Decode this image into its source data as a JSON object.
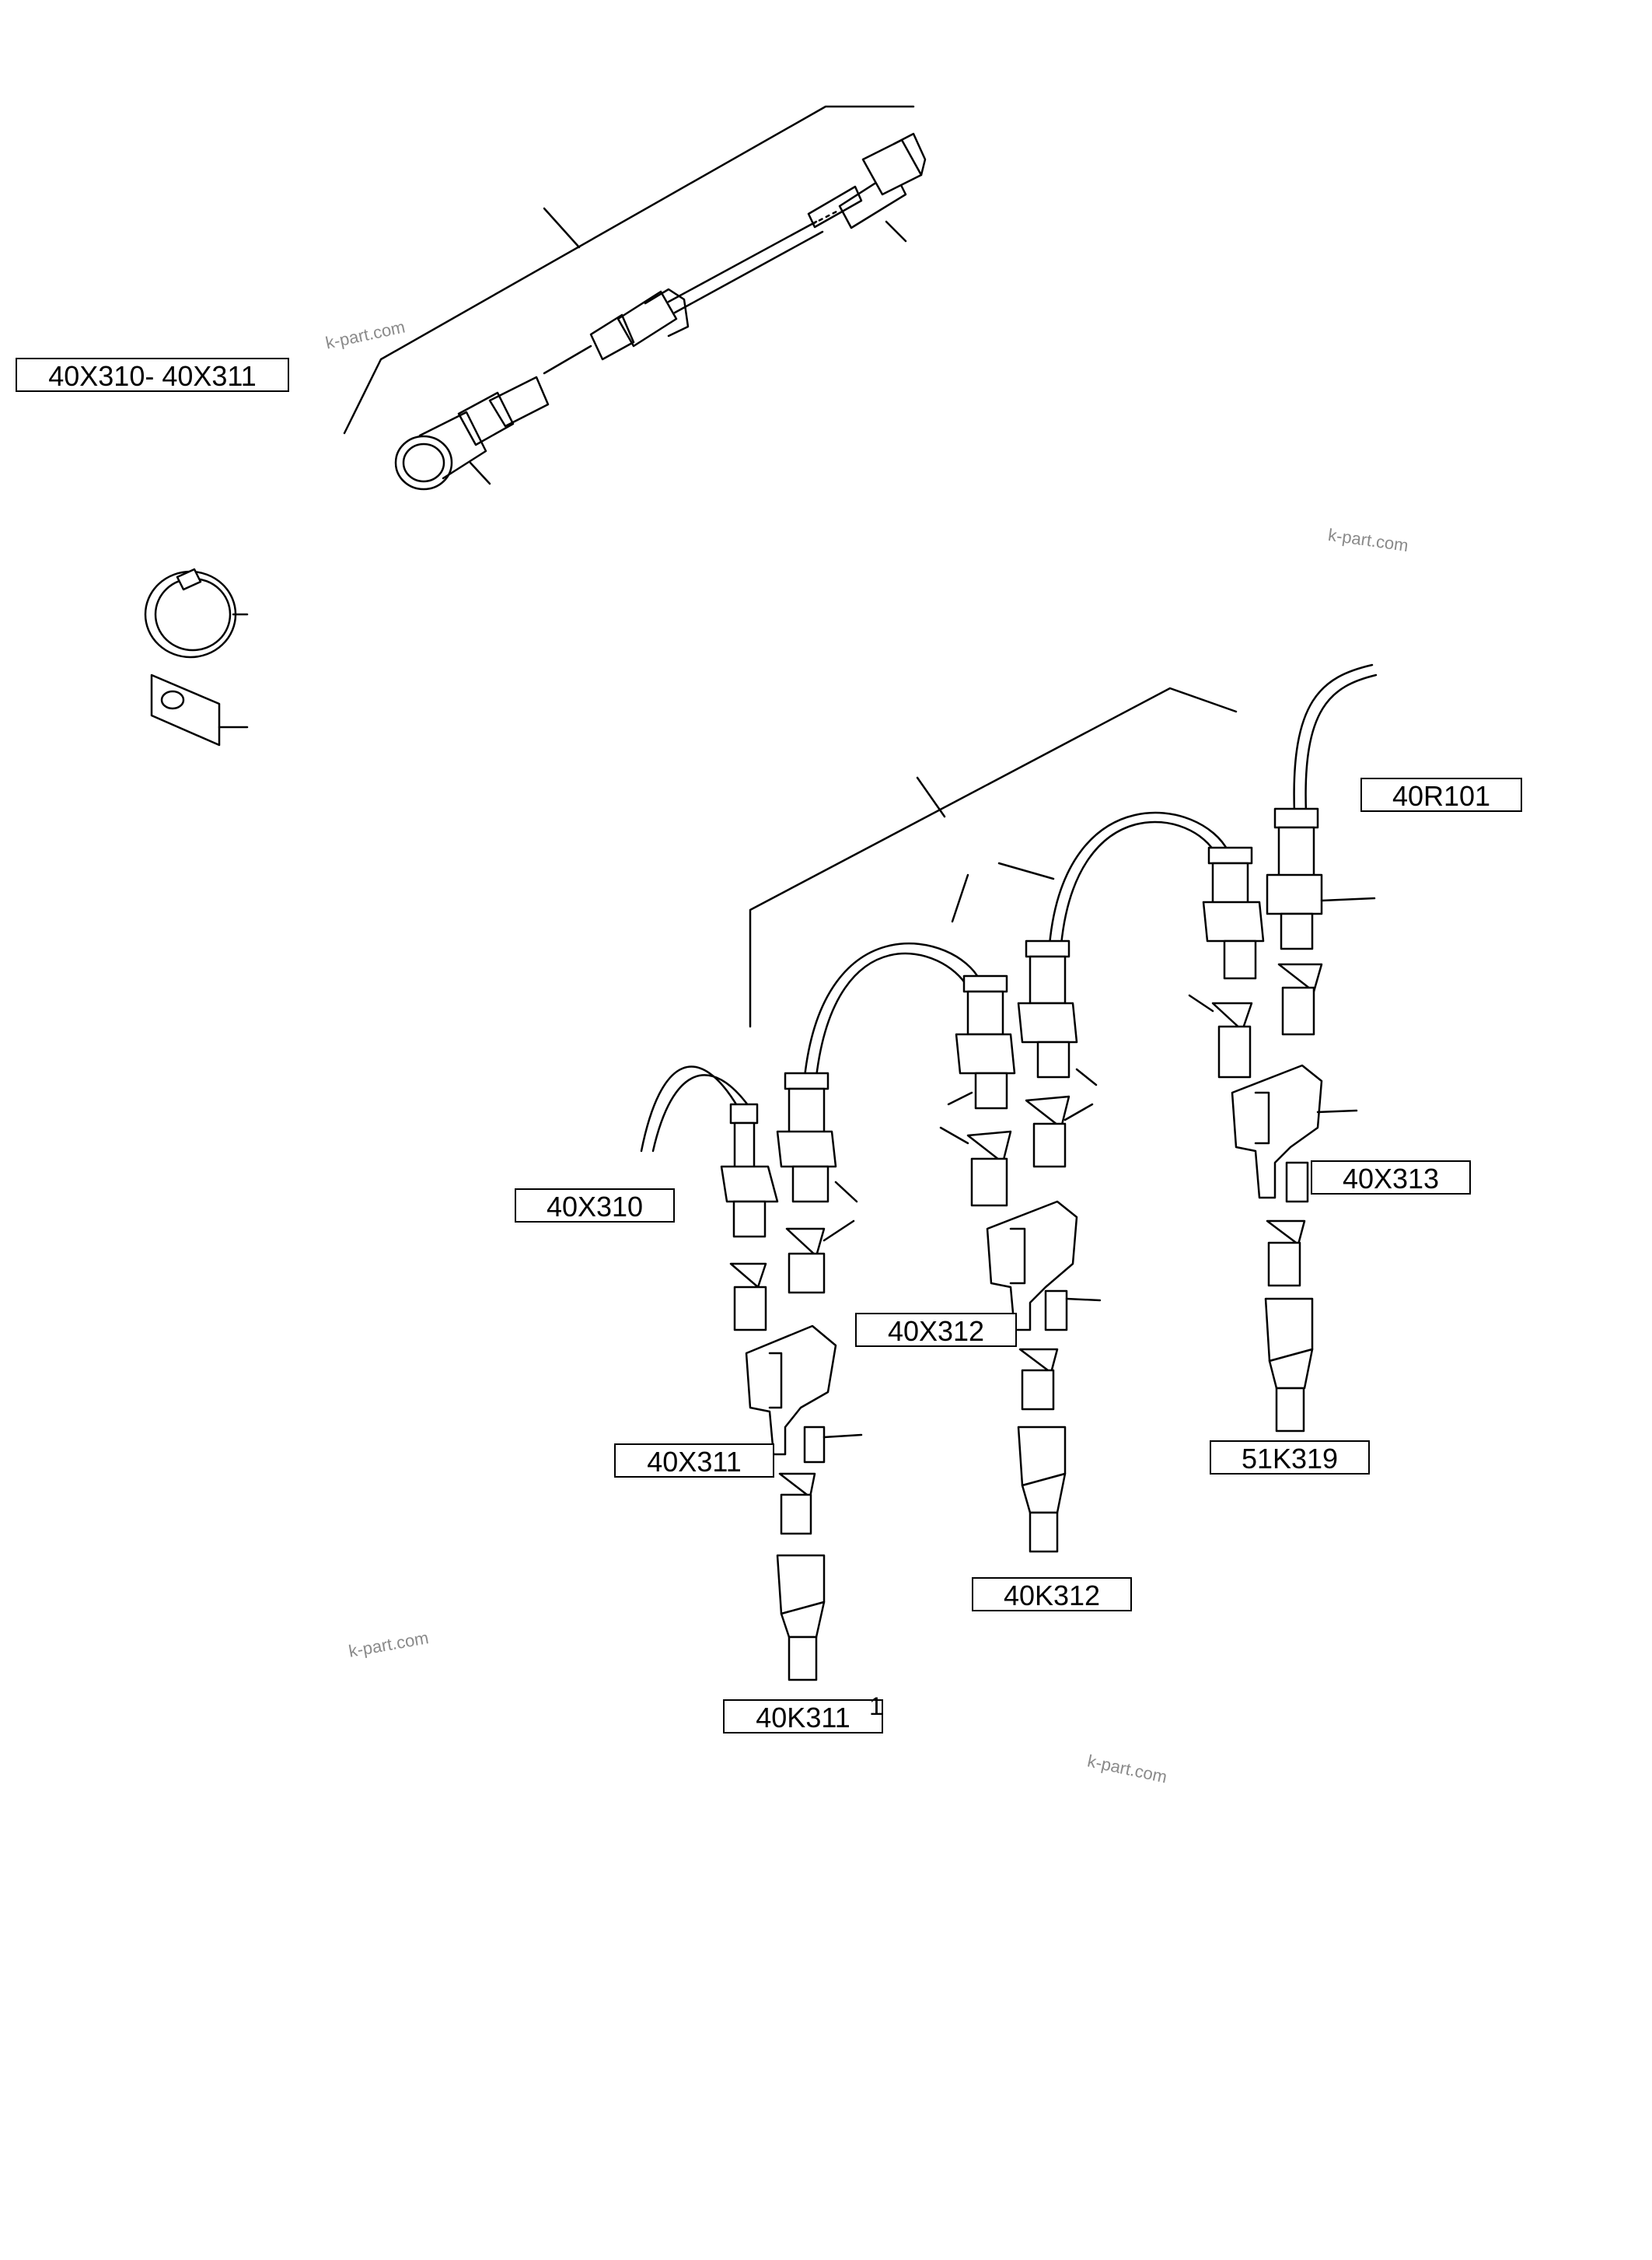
{
  "labels": {
    "top": "40X310- 40X311",
    "r101": "40R101",
    "x313": "40X313",
    "x310": "40X310",
    "x312": "40X312",
    "k319": "51K319",
    "x311": "40X311",
    "k312": "40K312",
    "k311": "40K311"
  },
  "footnote": "1",
  "watermark": "k-part.com",
  "colors": {
    "line": "#000000",
    "label_border": "#000000",
    "watermark": "#8a8a8a"
  }
}
